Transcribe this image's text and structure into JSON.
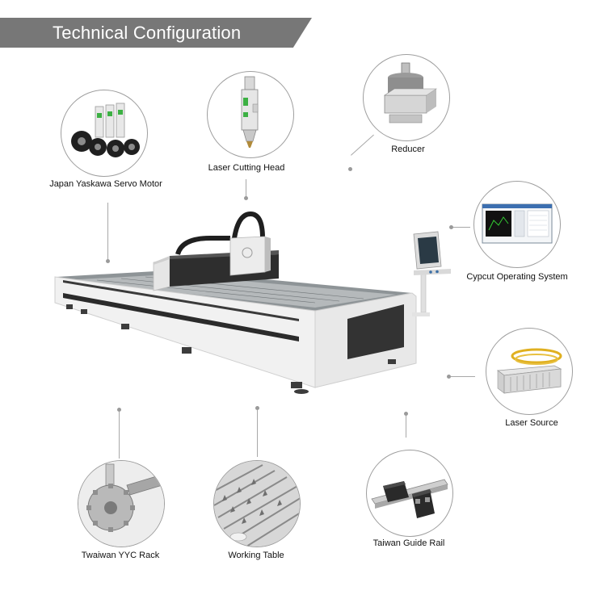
{
  "header": {
    "title": "Technical Configuration"
  },
  "components": {
    "servo_motor": {
      "label": "Japan Yaskawa Servo Motor",
      "icon": "servo-motor-icon"
    },
    "cutting_head": {
      "label": "Laser Cutting Head",
      "icon": "laser-head-icon"
    },
    "reducer": {
      "label": "Reducer",
      "icon": "reducer-icon"
    },
    "operating_system": {
      "label": "Cypcut Operating System",
      "icon": "monitor-icon"
    },
    "laser_source": {
      "label": "Laser Source",
      "icon": "laser-source-icon"
    },
    "guide_rail": {
      "label": "Taiwan Guide Rail",
      "icon": "guide-rail-icon"
    },
    "working_table": {
      "label": "Working Table",
      "icon": "working-table-icon"
    },
    "rack": {
      "label": "Twaiwan YYC Rack",
      "icon": "gear-rack-icon"
    }
  },
  "colors": {
    "banner": "#777777",
    "leader": "#a8a8a8",
    "machine_body": "#f2f2f2",
    "machine_dark": "#2b2b2b"
  }
}
